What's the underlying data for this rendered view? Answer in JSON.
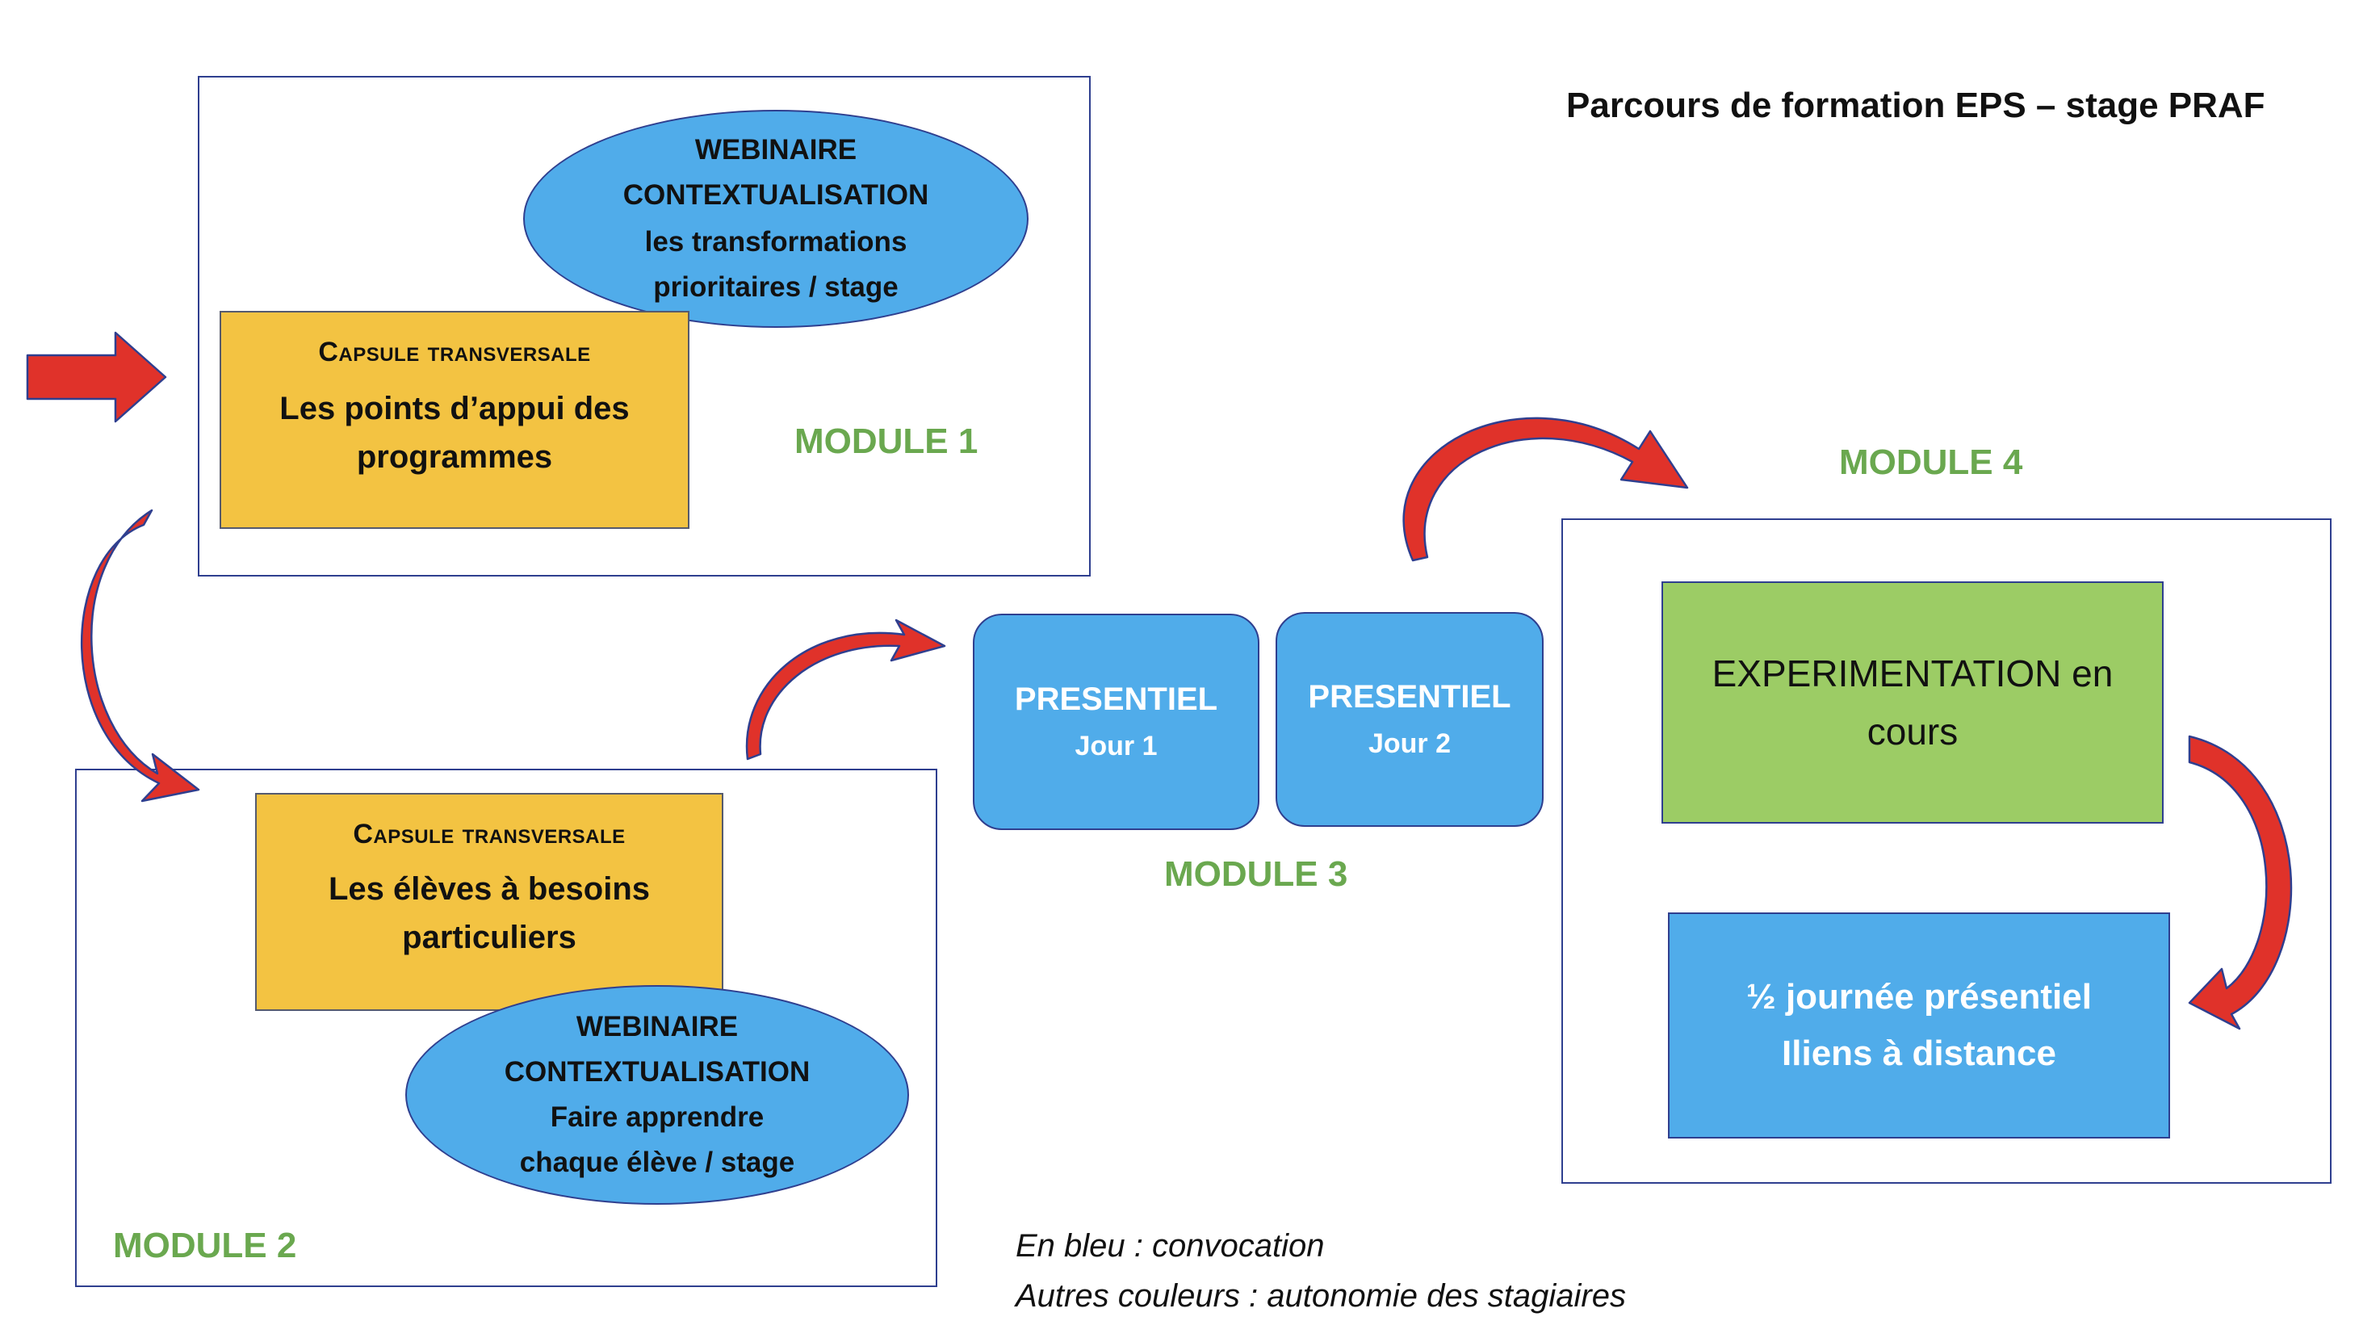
{
  "title": "Parcours de formation EPS – stage PRAF",
  "module1": {
    "label": "MODULE 1",
    "webinaire": [
      "WEBINAIRE",
      "CONTEXTUALISATION",
      "les transformations",
      "prioritaires / stage"
    ],
    "capsule": {
      "title": "Capsule transversale",
      "text": [
        "Les points d’appui des",
        "programmes"
      ]
    }
  },
  "module2": {
    "label": "MODULE 2",
    "capsule": {
      "title": "Capsule transversale",
      "text": [
        "Les élèves à besoins",
        "particuliers"
      ]
    },
    "webinaire": [
      "WEBINAIRE",
      "CONTEXTUALISATION",
      "Faire apprendre",
      "chaque élève / stage"
    ]
  },
  "module3": {
    "label": "MODULE 3",
    "day1": {
      "title": "PRESENTIEL",
      "subtitle": "Jour 1"
    },
    "day2": {
      "title": "PRESENTIEL",
      "subtitle": "Jour 2"
    }
  },
  "module4": {
    "label": "MODULE  4",
    "experimentation": [
      "EXPERIMENTATION en",
      "cours"
    ],
    "demi_journee": [
      "½ journée présentiel",
      "Iliens à distance"
    ]
  },
  "legend": [
    "En bleu : convocation",
    "Autres couleurs : autonomie des stagiaires"
  ],
  "colors": {
    "arrow_fill": "#e0322a",
    "arrow_stroke": "#2f3f8f",
    "blue": "#50acea",
    "orange": "#f3c342",
    "green": "#9ccc65",
    "module_label": "#6aa84f"
  }
}
